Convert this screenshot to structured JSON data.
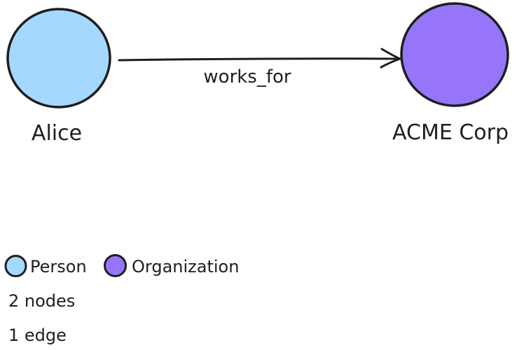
{
  "diagram": {
    "background_color": "#ffffff",
    "stroke_color": "#1e1e1e",
    "nodes": [
      {
        "id": "alice",
        "label": "Alice",
        "type": "Person",
        "fill": "#a5d8ff"
      },
      {
        "id": "acme-corp",
        "label": "ACME Corp",
        "type": "Organization",
        "fill": "#9775fa"
      }
    ],
    "edges": [
      {
        "from": "Alice",
        "to": "ACME Corp",
        "label": "works_for"
      }
    ],
    "legend": [
      {
        "label": "Person",
        "color": "#a5d8ff"
      },
      {
        "label": "Organization",
        "color": "#9775fa"
      }
    ],
    "stats": {
      "nodes_text": "2 nodes",
      "edges_text": "1 edge"
    }
  }
}
